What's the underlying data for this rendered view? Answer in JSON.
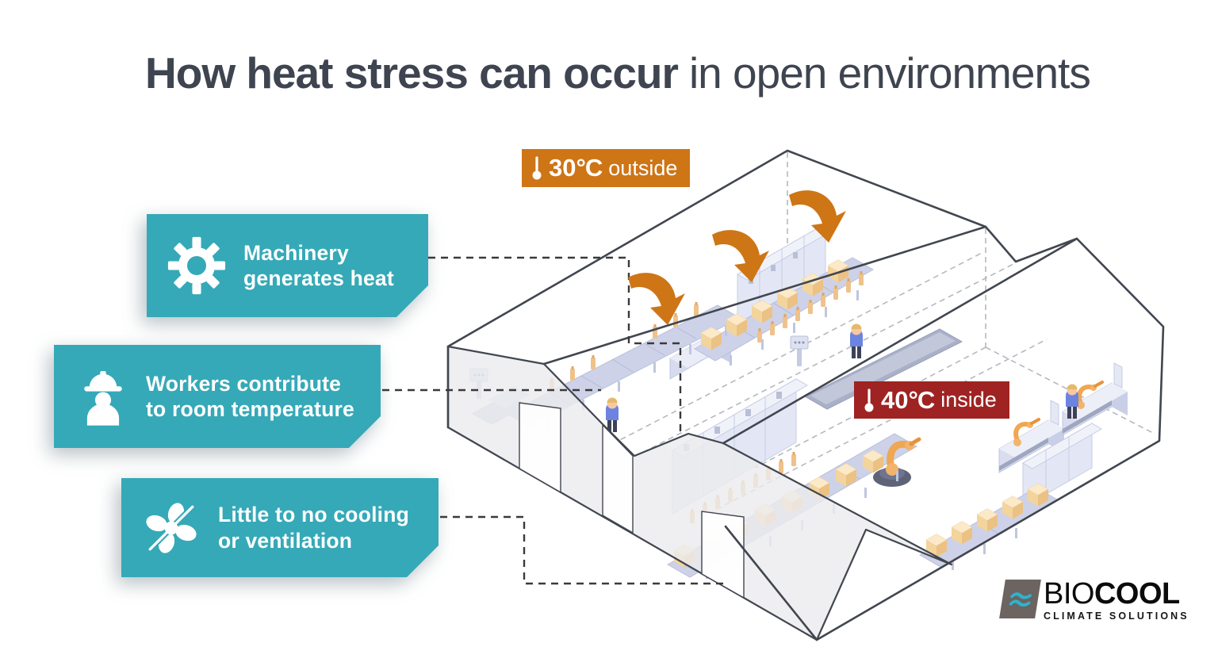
{
  "title": {
    "highlight": "How heat stress can occur",
    "rest": "in open environments"
  },
  "badges": {
    "outside": {
      "icon": "thermometer-icon",
      "value": "30",
      "unit": "°C",
      "label": "outside"
    },
    "inside": {
      "icon": "thermometer-icon",
      "value": "40",
      "unit": "°C",
      "label": "inside"
    }
  },
  "callouts": [
    {
      "icon": "gear-icon",
      "line1": "Machinery",
      "line2": "generates heat"
    },
    {
      "icon": "worker-icon",
      "line1": "Workers contribute",
      "line2": "to room temperature"
    },
    {
      "icon": "fan-icon",
      "line1": "Little to no cooling",
      "line2": "or ventilation"
    }
  ],
  "logo": {
    "wave_icon": "approx-waves-icon",
    "brand_regular": "BIO",
    "brand_bold": "COOL",
    "tagline": "CLIMATE SOLUTIONS"
  },
  "colors": {
    "teal": "#35A9B7",
    "orange": "#CE7516",
    "red": "#9E2322",
    "title_text": "#3E4450",
    "building_line": "#41464F",
    "wall_fill": "#EBEBEE"
  },
  "scene": {
    "description": "Isometric wireframe factory with sawtooth roof; heat arrows enter through roof; machinery, conveyors with boxes, cabinets, robot arms and workers inside; 30°C outside, 40°C inside"
  }
}
